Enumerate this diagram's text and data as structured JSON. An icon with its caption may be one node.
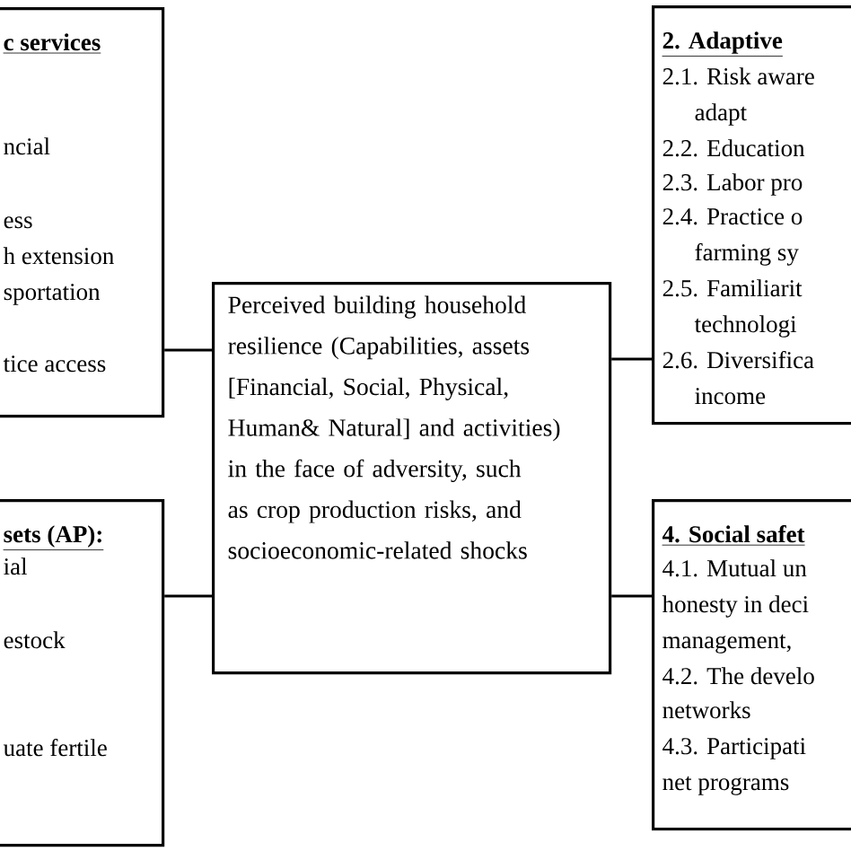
{
  "diagram": {
    "nodes": [
      {
        "text": [
          "c services",
          "ncial",
          "ess",
          "h extension",
          "sportation",
          "tice access"
        ]
      },
      {
        "text": [
          "2. Adaptive",
          "2.1. Risk aware",
          "adapt",
          "2.2. Education",
          "2.3. Labor pro",
          "2.4. Practice o",
          "farming sy",
          "2.5. Familiarit",
          "technologi",
          "2.6. Diversifica",
          "income"
        ]
      },
      {
        "text": [
          "Perceived building household resilience (Capabilities, assets [Financial, Social, Physical, Human& Natural] and activities) in the face of adversity, such as crop production risks, and socioeconomic-related shocks"
        ]
      },
      {
        "text": [
          "sets (AP):",
          "ial",
          "estock",
          "uate fertile"
        ]
      },
      {
        "text": [
          "4. Social safet",
          "4.1. Mutual un",
          "honesty in deci",
          "management,",
          "4.2. The develo",
          "networks",
          "4.3. Participati",
          "net programs"
        ]
      }
    ],
    "edges": [
      {
        "from": 2,
        "to": 0,
        "arrow": "none"
      },
      {
        "from": 2,
        "to": 1,
        "arrow": "none"
      },
      {
        "from": 2,
        "to": 3,
        "arrow": "none"
      },
      {
        "from": 2,
        "to": 4,
        "arrow": "none"
      }
    ]
  }
}
